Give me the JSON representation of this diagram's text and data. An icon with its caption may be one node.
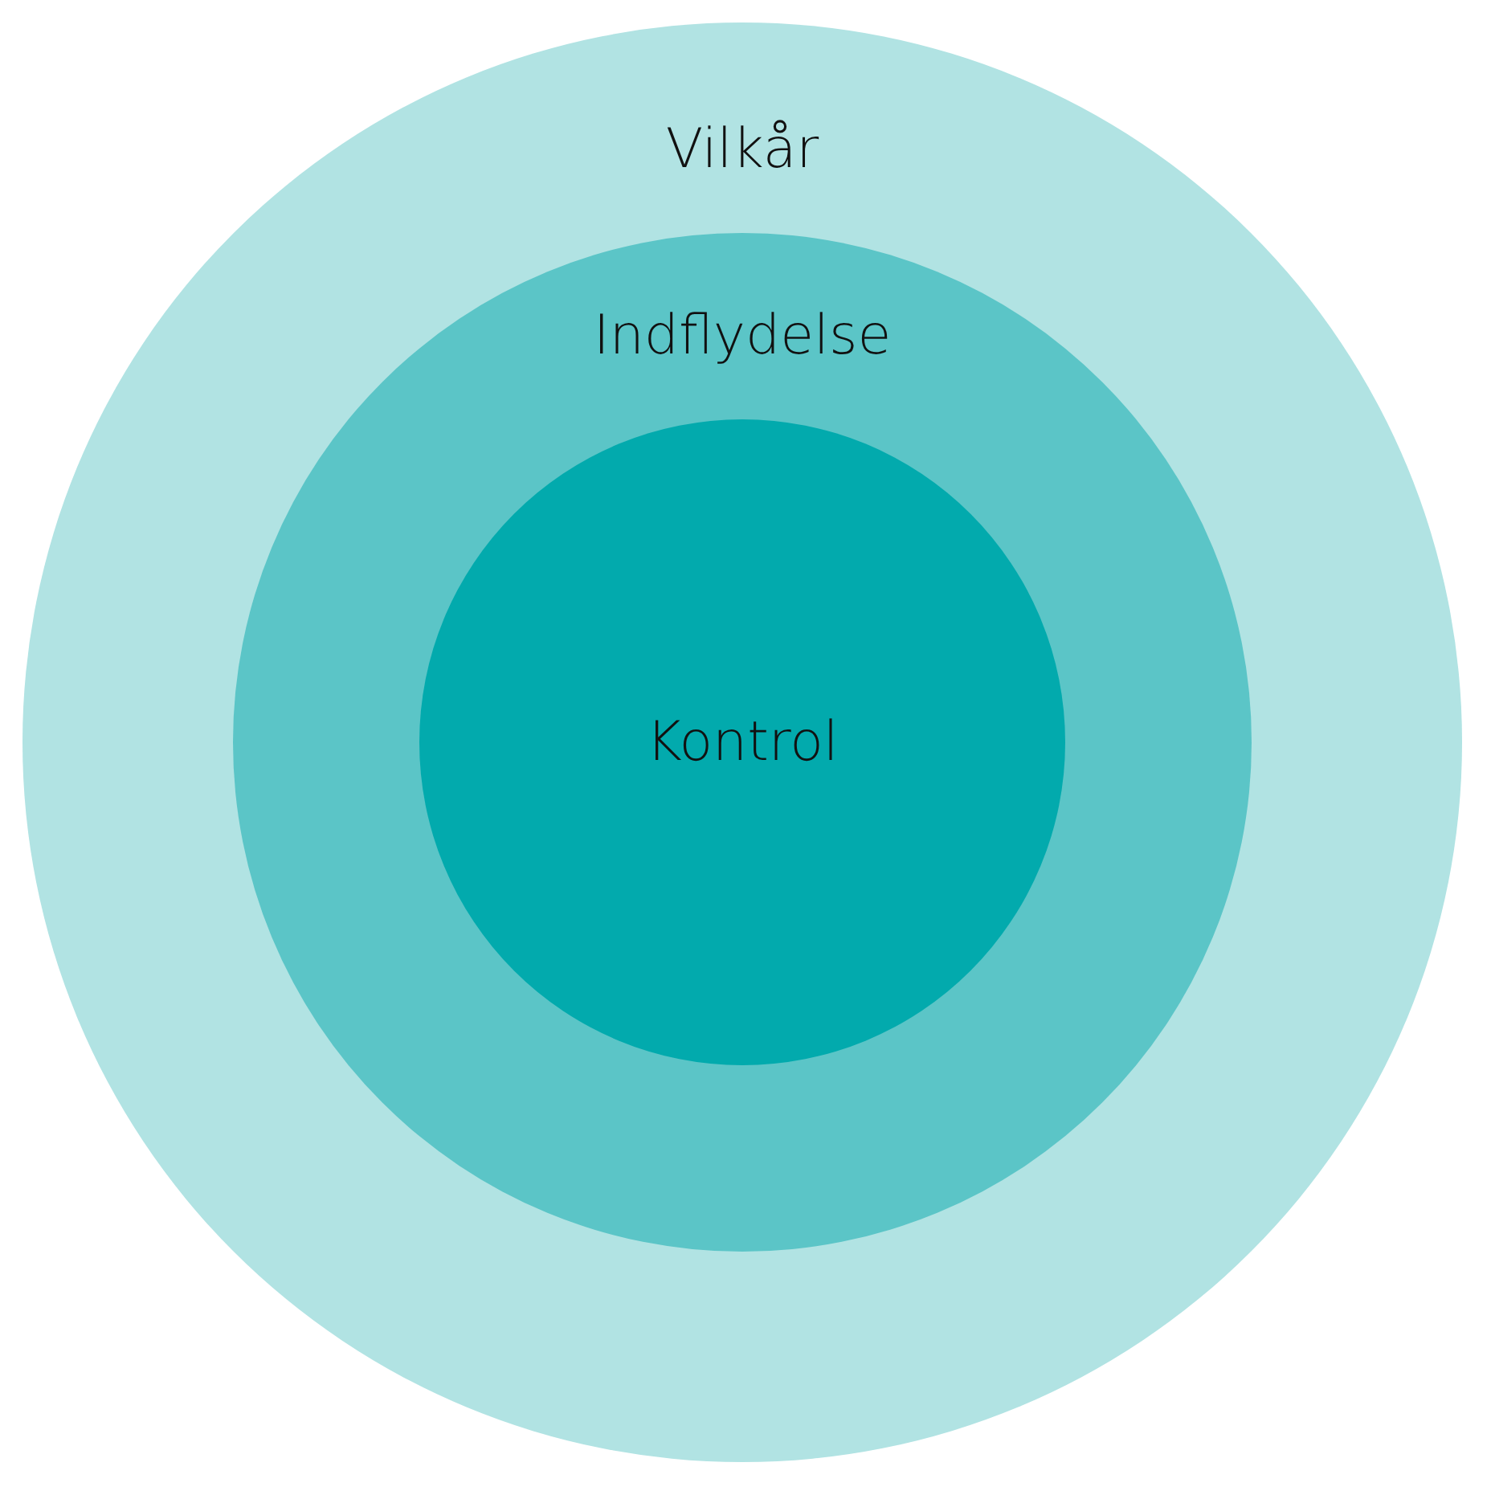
{
  "diagram": {
    "nodes": [
      {
        "text": [
          "Vilkår"
        ]
      },
      {
        "text": [
          "Indflydelse"
        ],
        "in": 0
      },
      {
        "text": [
          "Kontrol"
        ],
        "in": 1
      }
    ]
  }
}
